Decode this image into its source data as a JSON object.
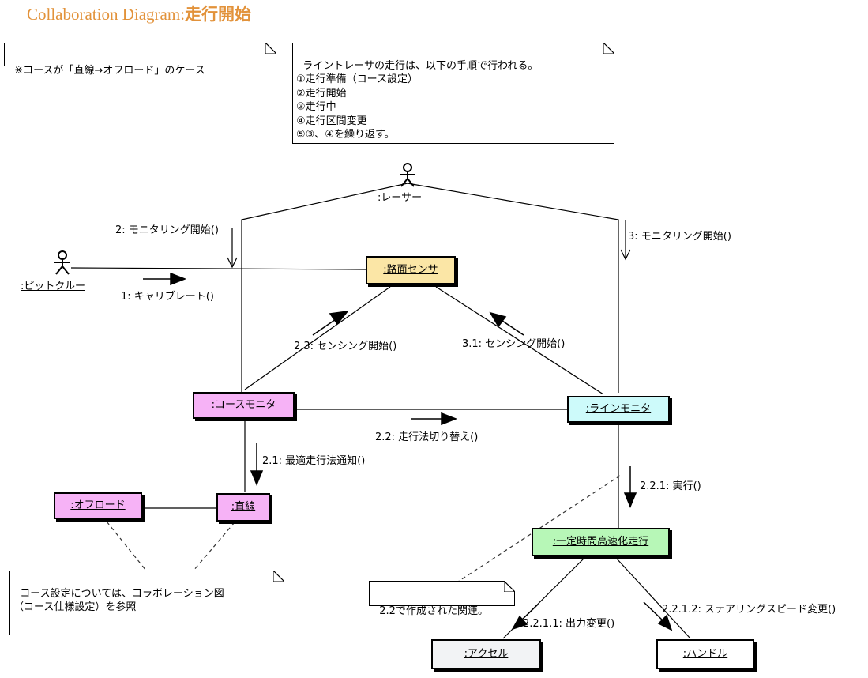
{
  "title": {
    "prefix": "Collaboration Diagram",
    "separator": ":",
    "name": "走行開始"
  },
  "notes": {
    "case": "※コースが「直線→オフロード」のケース",
    "procedure": "ライントレーサの走行は、以下の手順で行われる。\n①走行準備（コース設定）\n②走行開始\n③走行中\n④走行区間変更\n⑤③、④を繰り返す。",
    "course": "コース設定については、コラボレーション図\n（コース仕様設定）を参照",
    "assoc": "2.2で作成された関連。"
  },
  "actors": {
    "racer": ":レーサー",
    "pitcrew": ":ピットクルー"
  },
  "objects": {
    "road_sensor": ":路面センサ",
    "course_monitor": ":コースモニタ",
    "line_monitor": ":ラインモニタ",
    "offroad": ":オフロード",
    "straight": ":直線",
    "const_drive": ":一定時間高速化走行",
    "accel": ":アクセル",
    "handle": ":ハンドル"
  },
  "messages": {
    "m1": "1: キャリブレート()",
    "m2": "2: モニタリング開始()",
    "m3": "3: モニタリング開始()",
    "m23": "2.3: センシング開始()",
    "m31": "3.1: センシング開始()",
    "m22": "2.2: 走行法切り替え()",
    "m21": "2.1: 最適走行法通知()",
    "m221": "2.2.1: 実行()",
    "m2211": "2.2.1.1: 出力変更()",
    "m2212": "2.2.1.2: ステアリングスピード変更()"
  },
  "colors": {
    "title": "#e2923a",
    "road_sensor": "#fbe6a6",
    "monitor_pink": "#f6b2f6",
    "line_monitor": "#cdfafa",
    "const_drive": "#b7f7b7",
    "accel": "#f2f3f5",
    "handle": "#ffffff"
  }
}
